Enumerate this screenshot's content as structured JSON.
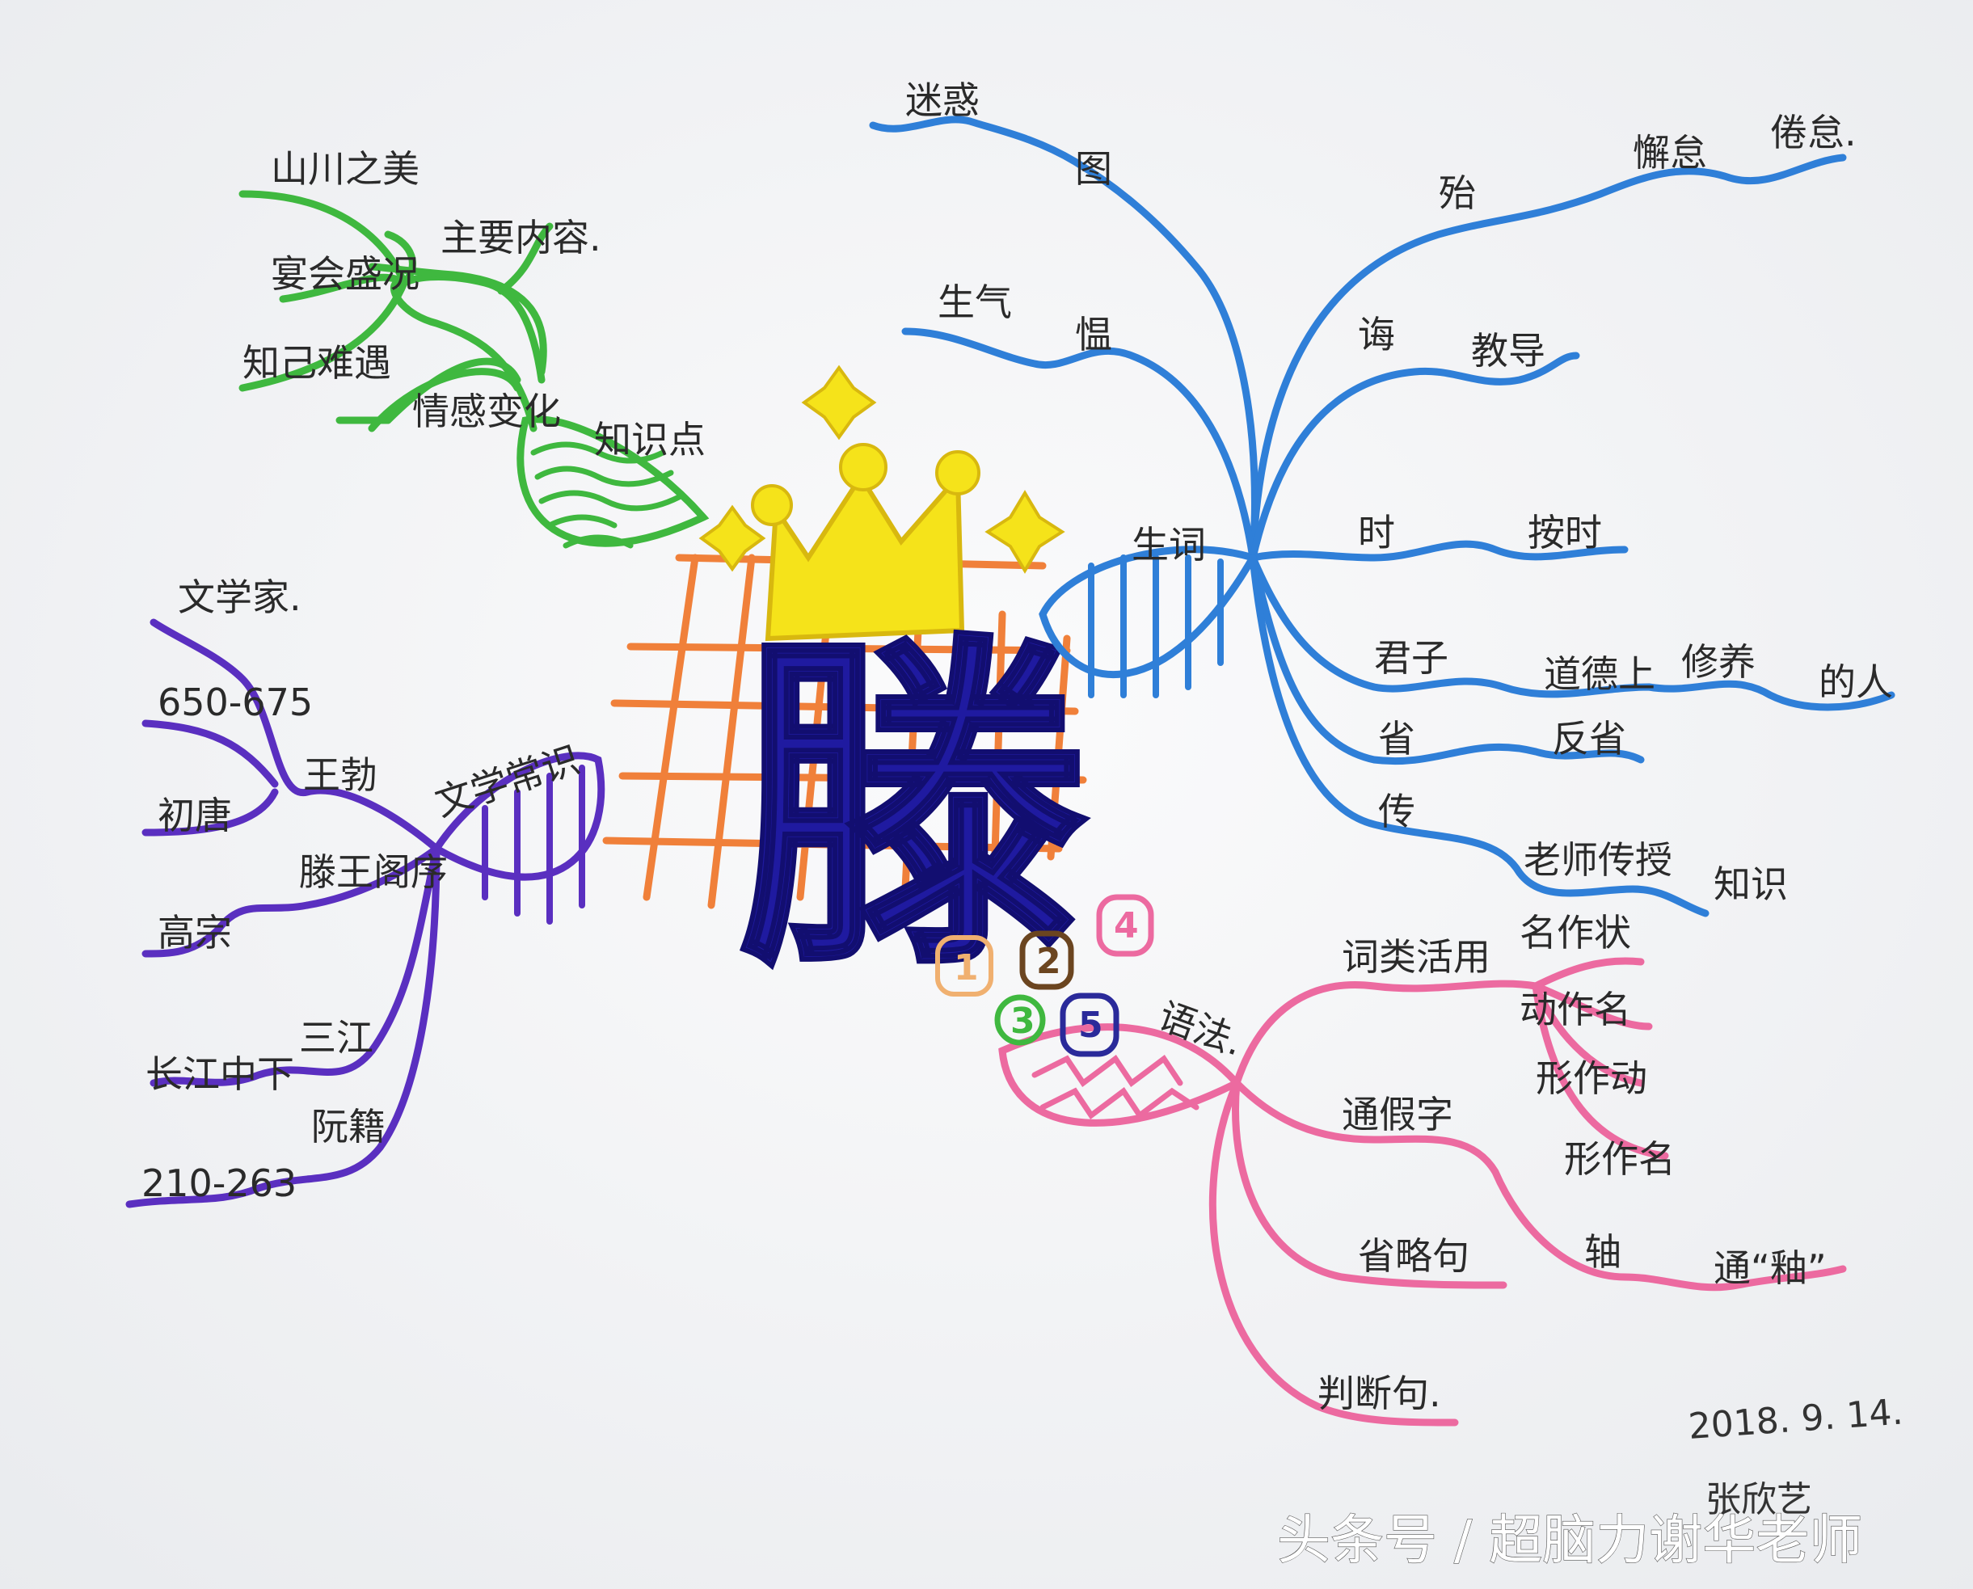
{
  "center": {
    "character": "滕"
  },
  "branches": {
    "green": {
      "color": "#3fb83f",
      "label": "知识点",
      "sub": [
        {
          "label": "主要内容.",
          "children": [
            "山川之美",
            "宴会盛况",
            "知己难遇"
          ]
        },
        {
          "label": "情感变化"
        }
      ]
    },
    "blue": {
      "color": "#2f7fd8",
      "label": "生词",
      "sub": [
        {
          "label": "图",
          "children": [
            "迷惑"
          ]
        },
        {
          "label": "殆",
          "children": [
            "懈怠",
            "倦怠."
          ]
        },
        {
          "label": "愠",
          "children": [
            "生气"
          ]
        },
        {
          "label": "诲",
          "children": [
            "教导"
          ]
        },
        {
          "label": "时",
          "children": [
            "按时"
          ]
        },
        {
          "label": "君子",
          "children": [
            "道德上",
            "修养",
            "的人"
          ]
        },
        {
          "label": "省",
          "children": [
            "反省"
          ]
        },
        {
          "label": "传",
          "children": [
            "老师传授",
            "知识"
          ]
        }
      ]
    },
    "purple": {
      "color": "#5a2fc0",
      "label": "文学常识",
      "sub": [
        {
          "label": "王勃",
          "children": [
            "文学家.",
            "650-675",
            "初唐"
          ]
        },
        {
          "label": "滕王阁序",
          "children": [
            "高宗"
          ]
        },
        {
          "label": "三江",
          "children": [
            "长江中下"
          ]
        },
        {
          "label": "阮籍",
          "children": [
            "210-263"
          ]
        }
      ]
    },
    "pink": {
      "color": "#ec6aa0",
      "label": "语法.",
      "sub": [
        {
          "label": "词类活用",
          "children": [
            "名作状",
            "动作名",
            "形作动",
            "形作名"
          ]
        },
        {
          "label": "通假字",
          "children": [
            "轴",
            "通“釉”"
          ]
        },
        {
          "label": "省略句"
        },
        {
          "label": "判断句."
        }
      ]
    }
  },
  "numbers": [
    {
      "text": "1",
      "color": "#f0b070"
    },
    {
      "text": "2",
      "color": "#6b4520"
    },
    {
      "text": "3",
      "color": "#3fb83f"
    },
    {
      "text": "4",
      "color": "#ec6aa0"
    },
    {
      "text": "5",
      "color": "#2a2a9a"
    }
  ],
  "date": "2018. 9. 14.",
  "signature": "张欣艺",
  "watermark": "头条号 / 超脑力谢华老师"
}
